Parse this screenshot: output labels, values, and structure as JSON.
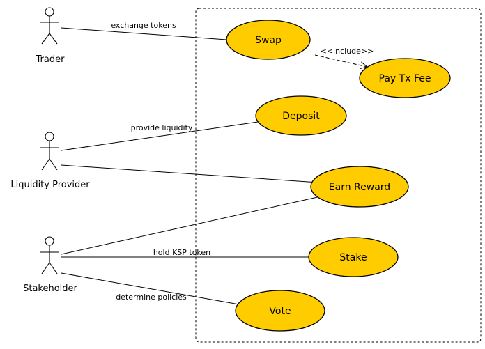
{
  "colors": {
    "usecase_fill": "#FFCC00",
    "stroke": "#000000",
    "background": "#FFFFFF"
  },
  "actors": {
    "trader": "Trader",
    "liquidity_provider": "Liquidity Provider",
    "stakeholder": "Stakeholder"
  },
  "usecases": {
    "swap": "Swap",
    "pay_tx_fee": "Pay Tx Fee",
    "deposit": "Deposit",
    "earn_reward": "Earn Reward",
    "stake": "Stake",
    "vote": "Vote"
  },
  "edges": {
    "exchange_tokens": "exchange tokens",
    "include": "<<include>>",
    "provide_liquidity": "provide liquidity",
    "hold_ksp_token": "hold KSP token",
    "determine_policies": "determine policies"
  }
}
